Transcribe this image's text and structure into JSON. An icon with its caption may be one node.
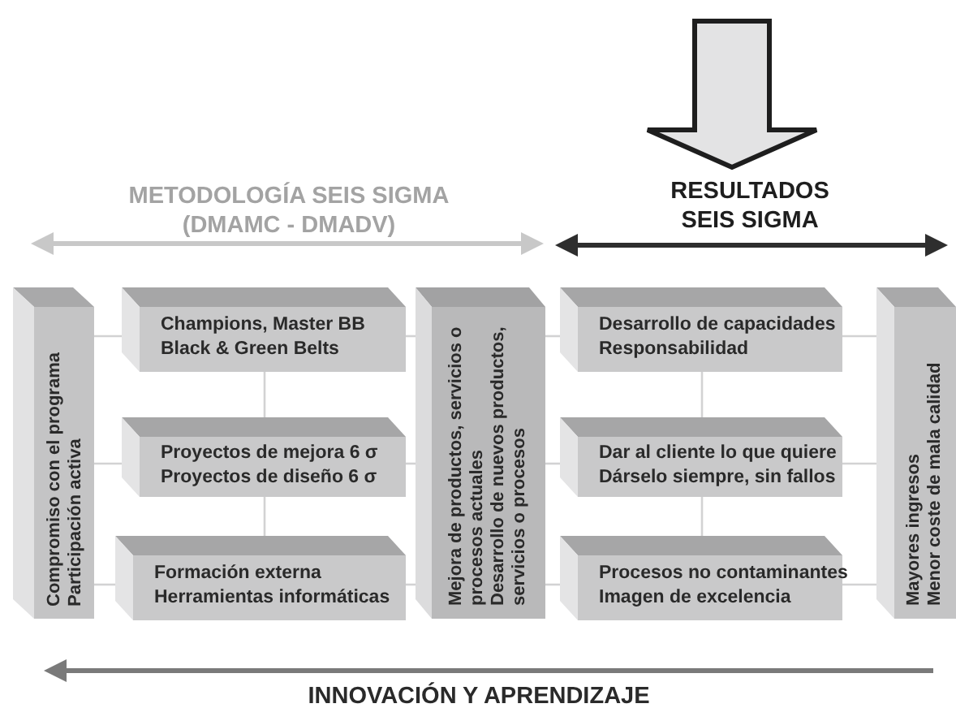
{
  "diagram": {
    "nodes": [
      {
        "text": [
          "Compromiso con el programa",
          "Participación activa"
        ]
      },
      {
        "text": [
          "Champions, Master BB",
          "Black & Green Belts"
        ]
      },
      {
        "text": [
          "Proyectos de mejora 6 σ",
          "Proyectos de diseño 6 σ"
        ]
      },
      {
        "text": [
          "Formación externa",
          "Herramientas informáticas"
        ]
      },
      {
        "text": [
          "Mejora de productos, servicios o procesos actuales",
          "Desarrollo de nuevos productos, servicios o procesos"
        ]
      },
      {
        "text": [
          "Desarrollo de capacidades",
          "Responsabilidad"
        ]
      },
      {
        "text": [
          "Dar al cliente lo que quiere",
          "Dárselo siempre, sin fallos"
        ]
      },
      {
        "text": [
          "Procesos no contaminantes",
          "Imagen de excelencia"
        ]
      },
      {
        "text": [
          "Mayores ingresos",
          "Menor coste de mala calidad"
        ]
      }
    ],
    "edges": [
      {
        "from": 0,
        "to": 1,
        "arrow": "none"
      },
      {
        "from": 1,
        "to": 4,
        "arrow": "none"
      },
      {
        "from": 0,
        "to": 2,
        "arrow": "none"
      },
      {
        "from": 2,
        "to": 4,
        "arrow": "none"
      },
      {
        "from": 0,
        "to": 3,
        "arrow": "none"
      },
      {
        "from": 3,
        "to": 4,
        "arrow": "none"
      },
      {
        "from": 1,
        "to": 2,
        "arrow": "none"
      },
      {
        "from": 2,
        "to": 3,
        "arrow": "none"
      },
      {
        "from": 4,
        "to": 5,
        "arrow": "none"
      },
      {
        "from": 5,
        "to": 8,
        "arrow": "none"
      },
      {
        "from": 4,
        "to": 6,
        "arrow": "none"
      },
      {
        "from": 6,
        "to": 8,
        "arrow": "none"
      },
      {
        "from": 4,
        "to": 7,
        "arrow": "none"
      },
      {
        "from": 7,
        "to": 8,
        "arrow": "none"
      },
      {
        "from": 5,
        "to": 6,
        "arrow": "none"
      },
      {
        "from": 6,
        "to": 7,
        "arrow": "none"
      }
    ],
    "labels": [
      "METODOLOGÍA SEIS SIGMA (DMAMC - DMADV)",
      "RESULTADOS SEIS SIGMA",
      "INNOVACIÓN Y APRENDIZAJE"
    ]
  }
}
